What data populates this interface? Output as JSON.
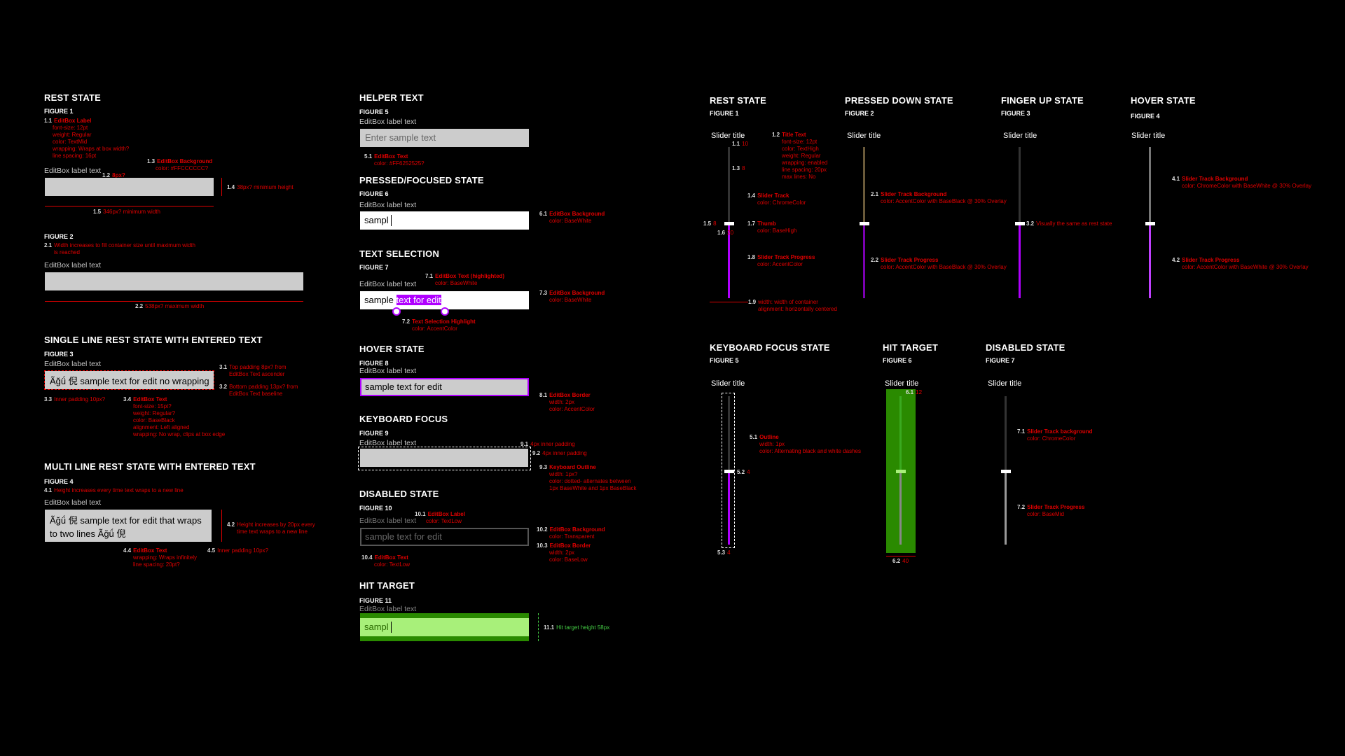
{
  "left": {
    "s1": {
      "title": "REST STATE",
      "fig": "FIGURE 1",
      "label": "EditBox label text",
      "a11": [
        "1.1",
        "EditBox Label",
        "font-size: 12pt",
        "weight: Regular",
        "color: TextMid",
        "wrapping: Wraps at box width?",
        "line spacing: 16pt"
      ],
      "a12": [
        "1.2",
        "8px?"
      ],
      "a13": [
        "1.3",
        "EditBox Background",
        "color: #FFCCCCCC?"
      ],
      "a14": [
        "1.4",
        "38px? minimum height"
      ],
      "a15": [
        "1.5",
        "346px? minimum width"
      ]
    },
    "s2": {
      "fig": "FIGURE 2",
      "label": "EditBox label text",
      "a21": [
        "2.1",
        "Width increases to fill container size until maximum width",
        "is reached"
      ],
      "a22": [
        "2.2",
        "538px? maximum width"
      ]
    },
    "s3": {
      "title": "SINGLE LINE REST STATE WITH ENTERED TEXT",
      "fig": "FIGURE 3",
      "label": "EditBox label text",
      "value": "Ãğǘ 倪 sample text for edit no wrapping",
      "a31": [
        "3.1",
        "Top padding 8px? from",
        "EditBox Text ascender"
      ],
      "a32": [
        "3.2",
        "Bottom padding 13px? from",
        "EditBox Text baseline"
      ],
      "a33": [
        "3.3",
        "Inner padding 10px?"
      ],
      "a34": [
        "3.4",
        "EditBox Text",
        "font-size: 15pt?",
        "weight: Regular?",
        "color: BaseBlack",
        "alignment: Left aligned",
        "wrapping: No wrap, clips at box edge"
      ]
    },
    "s4": {
      "title": "MULTI LINE REST STATE WITH ENTERED TEXT",
      "fig": "FIGURE 4",
      "label": "EditBox label text",
      "line1": "Ãğǘ 倪 sample text for edit that wraps",
      "line2": "to two lines Ãğǘ 倪",
      "a41": [
        "4.1",
        "Height increases every time text wraps to a new line"
      ],
      "a42": [
        "4.2",
        "Height increases by 20px every",
        "time text wraps to a new line"
      ],
      "a44": [
        "4.4",
        "EditBox Text",
        "wrapping: Wraps infinitely",
        "line spacing: 20pt?"
      ],
      "a45": [
        "4.5",
        "Inner padding 10px?"
      ]
    }
  },
  "mid": {
    "s5": {
      "title": "HELPER TEXT",
      "fig": "FIGURE 5",
      "label": "EditBox label text",
      "placeholder": "Enter sample text",
      "a51": [
        "5.1",
        "EditBox Text",
        "color: #FF6252525?"
      ]
    },
    "s6": {
      "title": "PRESSED/FOCUSED STATE",
      "fig": "FIGURE 6",
      "label": "EditBox label text",
      "value": "sampl",
      "a61": [
        "6.1",
        "EditBox Background",
        "color: BaseWhite"
      ]
    },
    "s7": {
      "title": "TEXT SELECTION",
      "fig": "FIGURE 7",
      "label": "EditBox label text",
      "pre": "sample ",
      "sel": "text for edit",
      "a71": [
        "7.1",
        "EditBox Text (highlighted)",
        "color: BaseWhite"
      ],
      "a72": [
        "7.2",
        "Text Selection Highlight",
        "color: AccentColor"
      ],
      "a73": [
        "7.3",
        "EditBox Background",
        "color: BaseWhite"
      ]
    },
    "s8": {
      "title": "HOVER STATE",
      "fig": "FIGURE 8",
      "label": "EditBox label text",
      "value": "sample text for edit",
      "a81": [
        "8.1",
        "EditBox Border",
        "width: 2px",
        "color: AccentColor"
      ]
    },
    "s9": {
      "title": "KEYBOARD FOCUS",
      "fig": "FIGURE 9",
      "label": "EditBox label text",
      "a91": [
        "9.1",
        "4px inner padding"
      ],
      "a92": [
        "9.2",
        "4px inner padding"
      ],
      "a93": [
        "9.3",
        "Keyboard Outline",
        "width: 1px?",
        "color: dotted- alternates between",
        "1px BaseWhite and 1px BaseBlack"
      ]
    },
    "s10": {
      "title": "DISABLED STATE",
      "fig": "FIGURE 10",
      "label": "EditBox label text",
      "placeholder": "sample text for edit",
      "a101": [
        "10.1",
        "EditBox Label",
        "color: TextLow"
      ],
      "a102": [
        "10.2",
        "EditBox Background",
        "color: Transparent"
      ],
      "a103": [
        "10.3",
        "EditBox Border",
        "width: 2px",
        "color: BaseLow"
      ],
      "a104": [
        "10.4",
        "EditBox Text",
        "color: TextLow"
      ]
    },
    "s11": {
      "title": "HIT TARGET",
      "fig": "FIGURE 11",
      "label": "EditBox label text",
      "value": "sampl",
      "a111": [
        "11.1",
        "Hit target height 58px"
      ]
    }
  },
  "right": {
    "r1": {
      "title": "REST STATE",
      "fig": "FIGURE 1",
      "st": "Slider title",
      "a11": [
        "1.1",
        "10"
      ],
      "a12": [
        "1.2",
        "Title Text",
        "font-size: 12pt",
        "color: TextHigh",
        "weight: Regular",
        "wrapping: enabled",
        "line spacing: 20px",
        "max lines: No"
      ],
      "a13": [
        "1.3",
        "8"
      ],
      "a14": [
        "1.4",
        "Slider Track",
        "color: ChromeColor"
      ],
      "a15": [
        "1.5",
        "8"
      ],
      "a16": [
        "1.6",
        "20"
      ],
      "a17": [
        "1.7",
        "Thumb",
        "color: BaseHigh"
      ],
      "a18": [
        "1.8",
        "Slider Track Progress",
        "color: AccentColor"
      ],
      "a19": [
        "1.9",
        "width: width of container",
        "alignment: horizontally centered"
      ]
    },
    "r2": {
      "title": "PRESSED DOWN STATE",
      "fig": "FIGURE 2",
      "st": "Slider title",
      "a21": [
        "2.1",
        "Slider Track Background",
        "color: AccentColor with BaseBlack @ 30% Overlay"
      ],
      "a22": [
        "2.2",
        "Slider Track Progress",
        "color: AccentColor with BaseBlack @ 30% Overlay"
      ]
    },
    "r3": {
      "title": "FINGER UP STATE",
      "fig": "FIGURE 3",
      "st": "Slider title",
      "a32": [
        "3.2",
        "Visually the same as rest state"
      ]
    },
    "r4": {
      "title": "HOVER STATE",
      "fig": "FIGURE 4",
      "st": "Slider title",
      "a41": [
        "4.1",
        "Slider Track Background",
        "color: ChromeColor with BaseWhite @ 30% Overlay"
      ],
      "a42": [
        "4.2",
        "Slider Track Progress",
        "color: AccentColor with BaseWhite @ 30% Overlay"
      ]
    },
    "r5": {
      "title": "KEYBOARD FOCUS STATE",
      "fig": "FIGURE 5",
      "st": "Slider title",
      "a51": [
        "5.1",
        "Outline",
        "width: 1px",
        "color: Alternating black and white dashes"
      ],
      "a52": [
        "5.2",
        "4"
      ],
      "a53": [
        "5.3",
        "4"
      ]
    },
    "r6": {
      "title": "HIT TARGET",
      "fig": "FIGURE 6",
      "st": "Slider title",
      "a61": [
        "6.1",
        "12"
      ],
      "a62": [
        "6.2",
        "40"
      ]
    },
    "r7": {
      "title": "DISABLED STATE",
      "fig": "FIGURE 7",
      "st": "Slider title",
      "a71": [
        "7.1",
        "Slider Track background",
        "color: ChromeColor"
      ],
      "a72": [
        "7.2",
        "Slider Track Progress",
        "color: BaseMid"
      ]
    }
  },
  "colors": {
    "accent": "#b000ff",
    "annotation": "#e00000",
    "hit_green": "#2a8a00",
    "hit_light": "#a8f07a",
    "box": "#cccccc"
  }
}
